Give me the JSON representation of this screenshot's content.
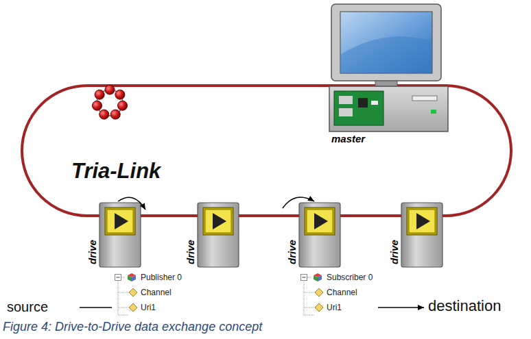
{
  "diagram": {
    "caption": "Figure 4: Drive-to-Drive data exchange concept",
    "nodes": [
      {
        "text": [
          "master"
        ]
      },
      {
        "text": [
          "drive"
        ]
      },
      {
        "text": [
          "drive"
        ]
      },
      {
        "text": [
          "drive"
        ]
      },
      {
        "text": [
          "drive"
        ]
      },
      {
        "text": [
          "Publisher 0",
          "Channel",
          "Uri1"
        ]
      },
      {
        "text": [
          "Subscriber 0",
          "Channel",
          "Uri1"
        ]
      }
    ],
    "labels": [
      "Tria-Link",
      "source",
      "destination"
    ]
  }
}
